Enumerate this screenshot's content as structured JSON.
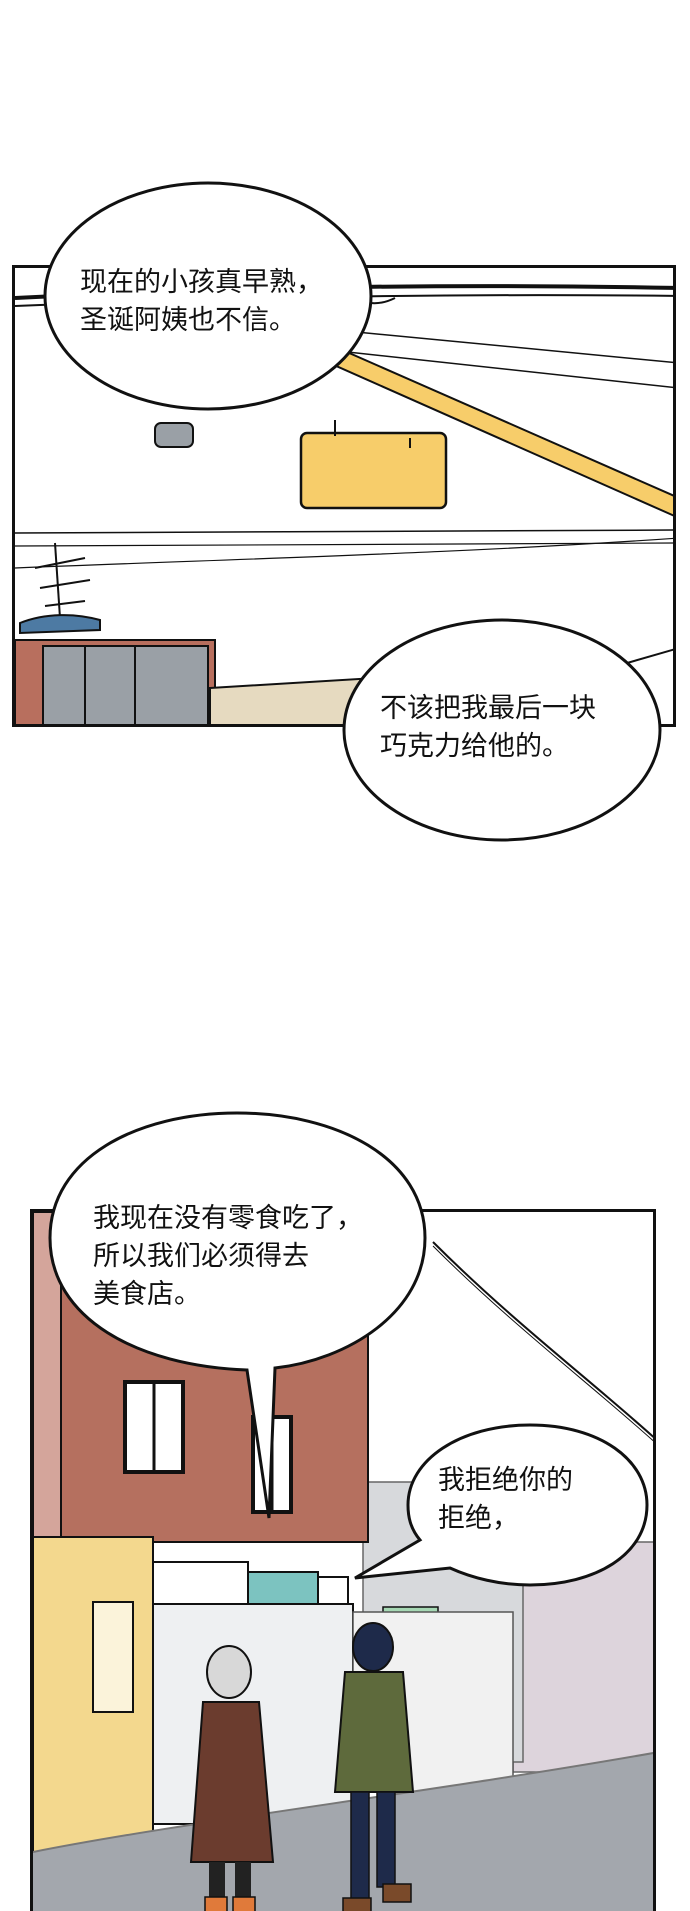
{
  "panel1": {
    "bubble_top": {
      "lines": [
        "现在的小孩真早熟，",
        "圣诞阿姨也不信。"
      ]
    },
    "bubble_bottom": {
      "lines": [
        "不该把我最后一块",
        "巧克力给他的。"
      ]
    }
  },
  "panel2": {
    "bubble_top": {
      "lines": [
        "我现在没有零食吃了，",
        "所以我们必须得去",
        "美食店。"
      ]
    },
    "bubble_right": {
      "lines": [
        "我拒绝你的",
        "拒绝，"
      ]
    }
  },
  "colors": {
    "sky": "#ffffff",
    "sign_yellow": "#f7cd6a",
    "brick": "#b5705f",
    "storefront_yellow": "#f3d88e",
    "teal_sign": "#7cc3c0",
    "ink": "#111111",
    "coat_brown": "#6b3c2e",
    "coat_green": "#5e6a3c"
  }
}
